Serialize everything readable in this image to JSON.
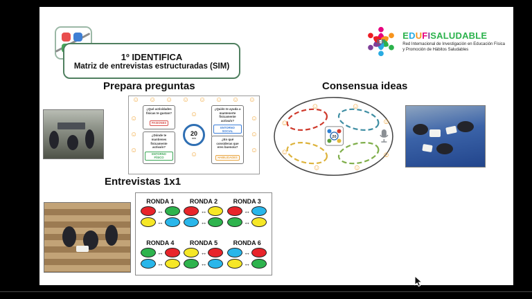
{
  "palette": {
    "red": "#e8242a",
    "green": "#2eb34d",
    "yellow": "#f6e726",
    "blue": "#29b6ea"
  },
  "header": {
    "title_line1": "1º IDENTIFICA",
    "title_line2": "Matriz de entrevistas estructuradas (SIM)"
  },
  "brand": {
    "center": "EF",
    "letters": [
      {
        "ch": "E",
        "color": "#2bb24c"
      },
      {
        "ch": "D",
        "color": "#29abe2"
      },
      {
        "ch": "U",
        "color": "#f7941d"
      },
      {
        "ch": "F",
        "color": "#e6007e"
      },
      {
        "ch": "I",
        "color": "#7f3f98"
      },
      {
        "ch": "S",
        "color": "#2bb24c"
      },
      {
        "ch": "A",
        "color": "#2bb24c"
      },
      {
        "ch": "L",
        "color": "#2bb24c"
      },
      {
        "ch": "U",
        "color": "#2bb24c"
      },
      {
        "ch": "D",
        "color": "#2bb24c"
      },
      {
        "ch": "A",
        "color": "#2bb24c"
      },
      {
        "ch": "B",
        "color": "#2bb24c"
      },
      {
        "ch": "L",
        "color": "#2bb24c"
      },
      {
        "ch": "E",
        "color": "#2bb24c"
      }
    ],
    "tagline_line1": "Red Internacional de Investigación en Educación Física",
    "tagline_line2": "y Promoción de Hábitos Saludables"
  },
  "sections": {
    "prepara": "Prepara preguntas",
    "consensua": "Consensua ideas",
    "entrevistas": "Entrevistas 1x1"
  },
  "matrix": {
    "questions": [
      {
        "text": "¿Qué actividades físicas te gustan?",
        "label": "PASIONES",
        "color": "#d9534f"
      },
      {
        "text": "¿Quién te ayuda a mantenerte físicamente activa/o?",
        "label": "ENTORNO SOCIAL",
        "color": "#3b7dd8"
      },
      {
        "text": "¿Dónde te mantienes físicamente activa/o?",
        "label": "ENTORNO FÍSICO",
        "color": "#3aa655"
      },
      {
        "text": "¿En qué consideras que eres bueno/a?",
        "label": "HABILIDADES",
        "color": "#e8a33d"
      }
    ],
    "timer_value": "20",
    "timer_unit": "min"
  },
  "consensua": {
    "timer_value": "20"
  },
  "entrevistas": {
    "rondas": [
      {
        "label": "RONDA 1",
        "pairs": [
          [
            "red",
            "green"
          ],
          [
            "yellow",
            "blue"
          ]
        ]
      },
      {
        "label": "RONDA 2",
        "pairs": [
          [
            "red",
            "yellow"
          ],
          [
            "blue",
            "green"
          ]
        ]
      },
      {
        "label": "RONDA 3",
        "pairs": [
          [
            "red",
            "blue"
          ],
          [
            "green",
            "yellow"
          ]
        ]
      },
      {
        "label": "RONDA 4",
        "pairs": [
          [
            "green",
            "red"
          ],
          [
            "blue",
            "yellow"
          ]
        ]
      },
      {
        "label": "RONDA 5",
        "pairs": [
          [
            "yellow",
            "red"
          ],
          [
            "green",
            "blue"
          ]
        ]
      },
      {
        "label": "RONDA 6",
        "pairs": [
          [
            "blue",
            "red"
          ],
          [
            "yellow",
            "green"
          ]
        ]
      }
    ]
  }
}
